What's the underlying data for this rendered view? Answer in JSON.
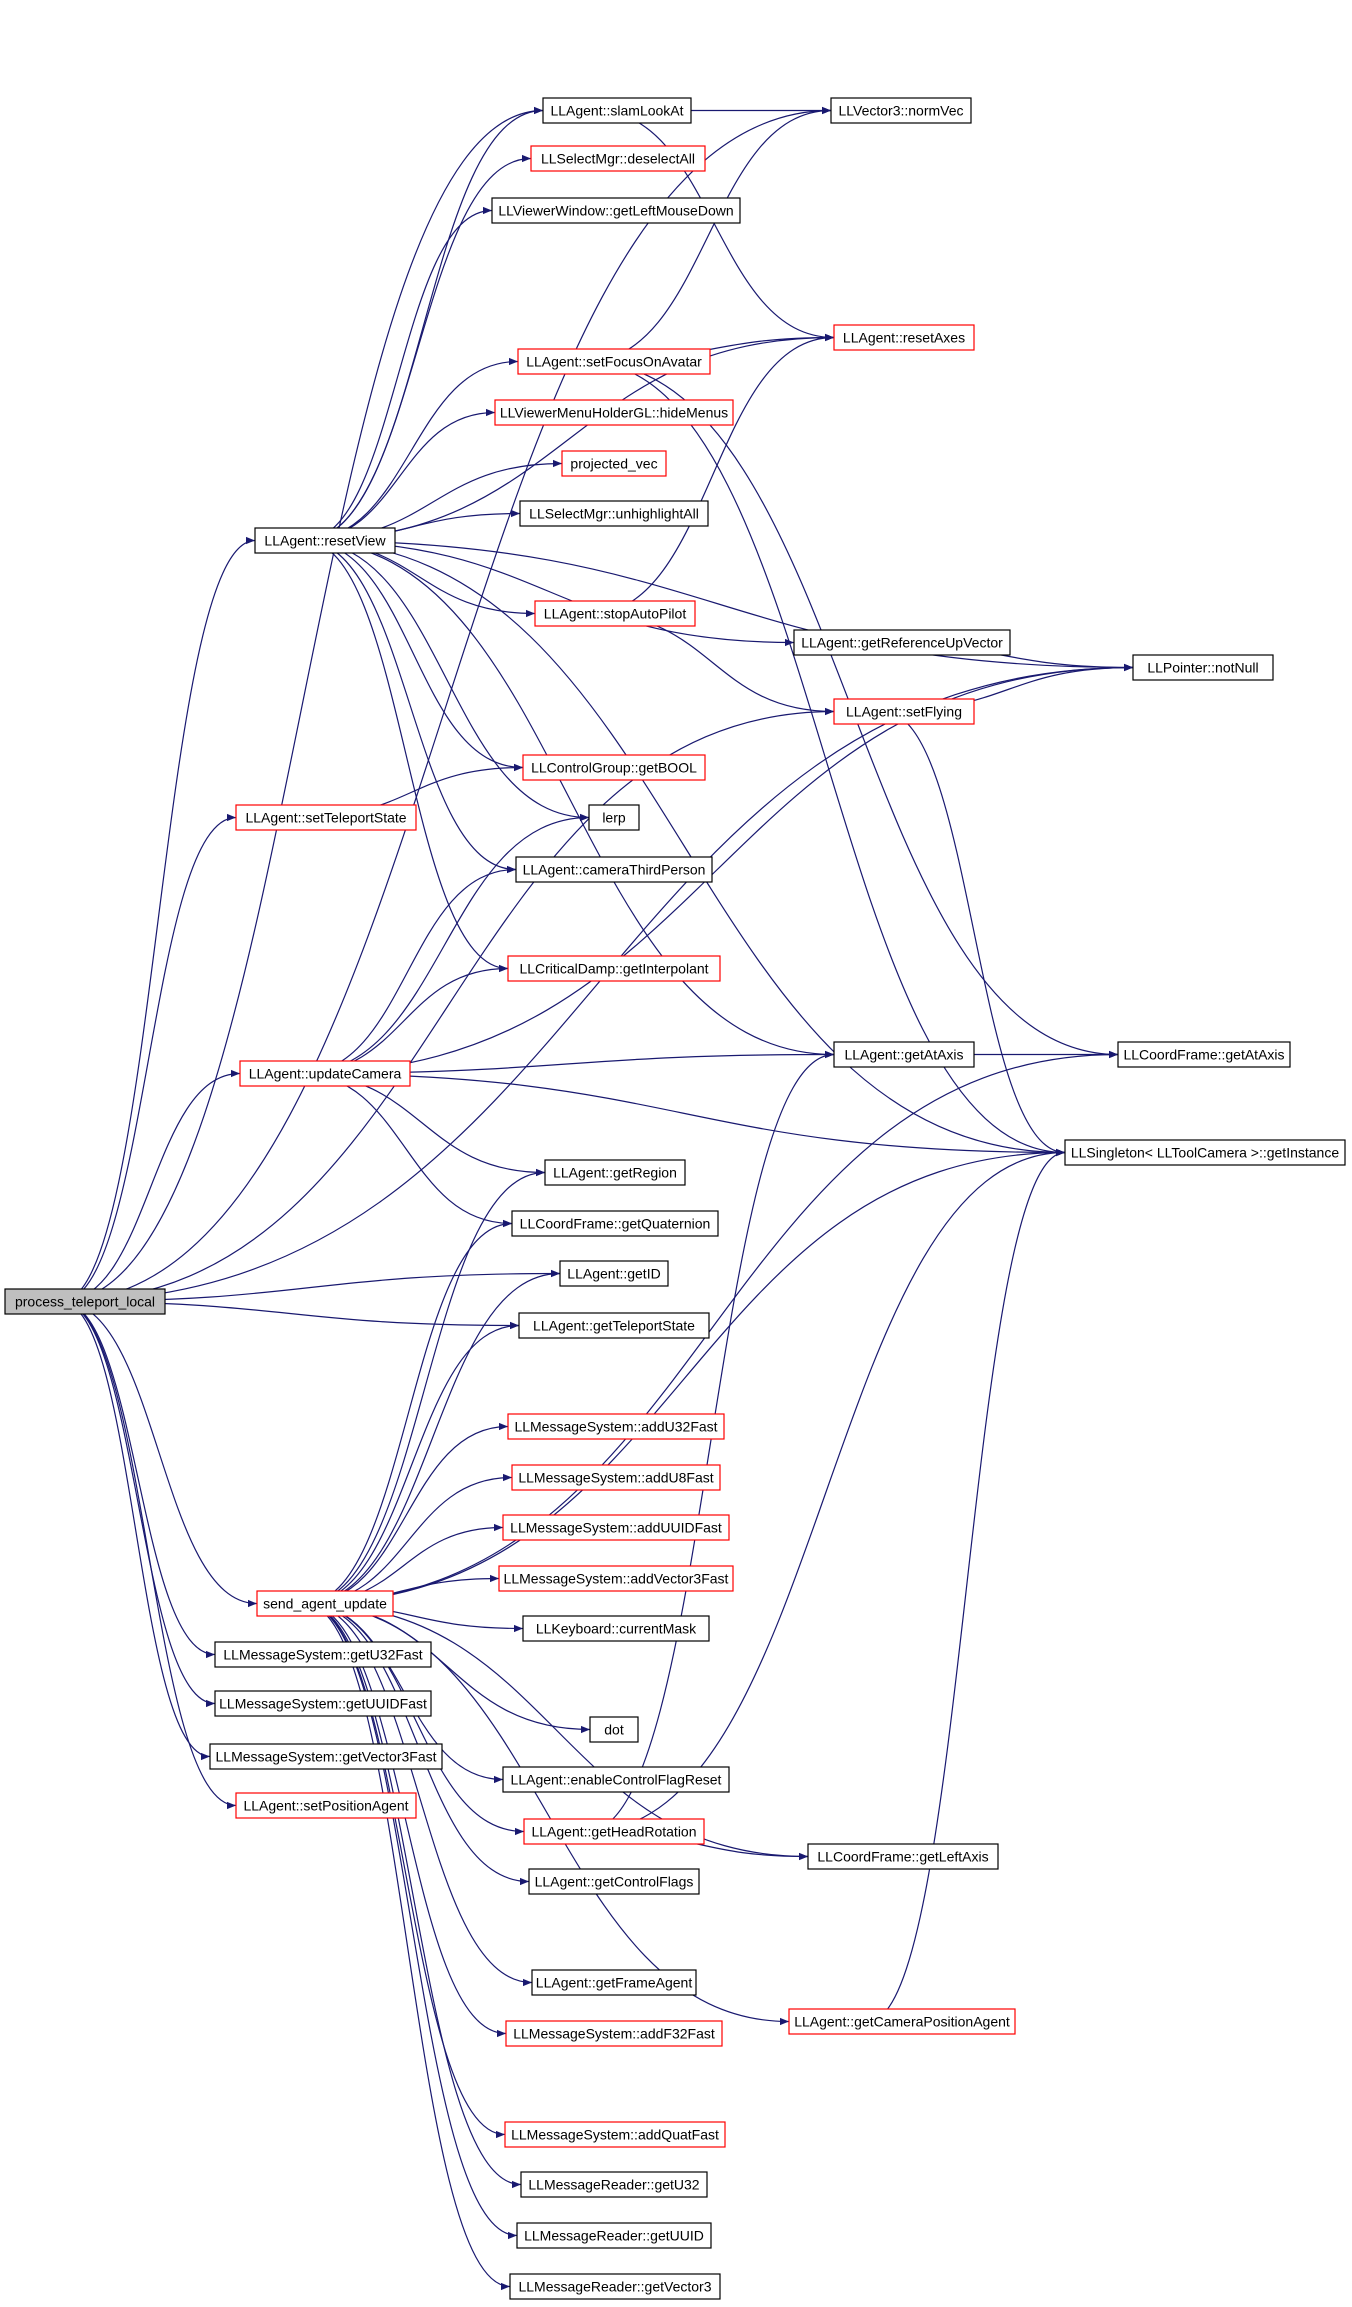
{
  "colors": {
    "edge": "#191970",
    "black_border": "#000000",
    "red_border": "#ff0000",
    "root_fill": "#bfbfbf",
    "node_fill": "#ffffff"
  },
  "nodes": {
    "root": {
      "label": "process_teleport_local",
      "border": "black",
      "icon": "graph-node-root"
    },
    "slamLookAt": {
      "label": "LLAgent::slamLookAt",
      "border": "black"
    },
    "normVec": {
      "label": "LLVector3::normVec",
      "border": "black"
    },
    "deselectAll": {
      "label": "LLSelectMgr::deselectAll",
      "border": "red"
    },
    "getLeftMouseDown": {
      "label": "LLViewerWindow::getLeftMouseDown",
      "border": "black"
    },
    "resetAxes": {
      "label": "LLAgent::resetAxes",
      "border": "red"
    },
    "setFocusOnAvatar": {
      "label": "LLAgent::setFocusOnAvatar",
      "border": "red"
    },
    "hideMenus": {
      "label": "LLViewerMenuHolderGL::hideMenus",
      "border": "red"
    },
    "projected_vec": {
      "label": "projected_vec",
      "border": "red"
    },
    "unhighlightAll": {
      "label": "LLSelectMgr::unhighlightAll",
      "border": "black"
    },
    "resetView": {
      "label": "LLAgent::resetView",
      "border": "black"
    },
    "stopAutoPilot": {
      "label": "LLAgent::stopAutoPilot",
      "border": "red"
    },
    "getReferenceUpVector": {
      "label": "LLAgent::getReferenceUpVector",
      "border": "black"
    },
    "notNull": {
      "label": "LLPointer::notNull",
      "border": "black"
    },
    "setFlying": {
      "label": "LLAgent::setFlying",
      "border": "red"
    },
    "getBOOL": {
      "label": "LLControlGroup::getBOOL",
      "border": "red"
    },
    "setTeleportState": {
      "label": "LLAgent::setTeleportState",
      "border": "red"
    },
    "lerp": {
      "label": "lerp",
      "border": "black"
    },
    "cameraThirdPerson": {
      "label": "LLAgent::cameraThirdPerson",
      "border": "black"
    },
    "getInterpolant": {
      "label": "LLCriticalDamp::getInterpolant",
      "border": "red"
    },
    "updateCamera": {
      "label": "LLAgent::updateCamera",
      "border": "red"
    },
    "agentGetAtAxis": {
      "label": "LLAgent::getAtAxis",
      "border": "black"
    },
    "cfGetAtAxis": {
      "label": "LLCoordFrame::getAtAxis",
      "border": "black"
    },
    "getInstance": {
      "label": "LLSingleton< LLToolCamera >::getInstance",
      "border": "black"
    },
    "getRegion": {
      "label": "LLAgent::getRegion",
      "border": "black"
    },
    "getQuaternion": {
      "label": "LLCoordFrame::getQuaternion",
      "border": "black"
    },
    "getID": {
      "label": "LLAgent::getID",
      "border": "black"
    },
    "getTeleportState": {
      "label": "LLAgent::getTeleportState",
      "border": "black"
    },
    "addU32Fast": {
      "label": "LLMessageSystem::addU32Fast",
      "border": "red"
    },
    "addU8Fast": {
      "label": "LLMessageSystem::addU8Fast",
      "border": "red"
    },
    "addUUIDFast": {
      "label": "LLMessageSystem::addUUIDFast",
      "border": "red"
    },
    "send_agent_update": {
      "label": "send_agent_update",
      "border": "red"
    },
    "addVector3Fast": {
      "label": "LLMessageSystem::addVector3Fast",
      "border": "red"
    },
    "currentMask": {
      "label": "LLKeyboard::currentMask",
      "border": "black"
    },
    "getU32Fast": {
      "label": "LLMessageSystem::getU32Fast",
      "border": "black"
    },
    "getUUIDFast": {
      "label": "LLMessageSystem::getUUIDFast",
      "border": "black"
    },
    "dot": {
      "label": "dot",
      "border": "black"
    },
    "getVector3Fast": {
      "label": "LLMessageSystem::getVector3Fast",
      "border": "black"
    },
    "enableControlFlagReset": {
      "label": "LLAgent::enableControlFlagReset",
      "border": "black"
    },
    "setPositionAgent": {
      "label": "LLAgent::setPositionAgent",
      "border": "red"
    },
    "getHeadRotation": {
      "label": "LLAgent::getHeadRotation",
      "border": "red"
    },
    "getLeftAxis": {
      "label": "LLCoordFrame::getLeftAxis",
      "border": "black"
    },
    "getControlFlags": {
      "label": "LLAgent::getControlFlags",
      "border": "black"
    },
    "getFrameAgent": {
      "label": "LLAgent::getFrameAgent",
      "border": "black"
    },
    "getCameraPositionAgent": {
      "label": "LLAgent::getCameraPositionAgent",
      "border": "red"
    },
    "addF32Fast": {
      "label": "LLMessageSystem::addF32Fast",
      "border": "red"
    },
    "addQuatFast": {
      "label": "LLMessageSystem::addQuatFast",
      "border": "red"
    },
    "getU32": {
      "label": "LLMessageReader::getU32",
      "border": "black"
    },
    "getUUID": {
      "label": "LLMessageReader::getUUID",
      "border": "black"
    },
    "getVector3": {
      "label": "LLMessageReader::getVector3",
      "border": "black"
    }
  },
  "edges": [
    [
      "root",
      "slamLookAt"
    ],
    [
      "root",
      "normVec"
    ],
    [
      "root",
      "resetView"
    ],
    [
      "root",
      "setTeleportState"
    ],
    [
      "root",
      "updateCamera"
    ],
    [
      "root",
      "setFlying"
    ],
    [
      "root",
      "getID"
    ],
    [
      "root",
      "getTeleportState"
    ],
    [
      "root",
      "send_agent_update"
    ],
    [
      "root",
      "getU32Fast"
    ],
    [
      "root",
      "getUUIDFast"
    ],
    [
      "root",
      "getVector3Fast"
    ],
    [
      "root",
      "setPositionAgent"
    ],
    [
      "root",
      "notNull"
    ],
    [
      "slamLookAt",
      "normVec"
    ],
    [
      "slamLookAt",
      "resetAxes"
    ],
    [
      "setFocusOnAvatar",
      "normVec"
    ],
    [
      "setFocusOnAvatar",
      "resetAxes"
    ],
    [
      "setFocusOnAvatar",
      "cfGetAtAxis"
    ],
    [
      "setFocusOnAvatar",
      "getInstance"
    ],
    [
      "resetView",
      "slamLookAt"
    ],
    [
      "resetView",
      "deselectAll"
    ],
    [
      "resetView",
      "getLeftMouseDown"
    ],
    [
      "resetView",
      "resetAxes"
    ],
    [
      "resetView",
      "setFocusOnAvatar"
    ],
    [
      "resetView",
      "hideMenus"
    ],
    [
      "resetView",
      "projected_vec"
    ],
    [
      "resetView",
      "unhighlightAll"
    ],
    [
      "resetView",
      "stopAutoPilot"
    ],
    [
      "resetView",
      "getReferenceUpVector"
    ],
    [
      "resetView",
      "notNull"
    ],
    [
      "resetView",
      "getBOOL"
    ],
    [
      "resetView",
      "lerp"
    ],
    [
      "resetView",
      "cameraThirdPerson"
    ],
    [
      "resetView",
      "getInterpolant"
    ],
    [
      "resetView",
      "agentGetAtAxis"
    ],
    [
      "resetView",
      "getInstance"
    ],
    [
      "stopAutoPilot",
      "resetAxes"
    ],
    [
      "stopAutoPilot",
      "setFlying"
    ],
    [
      "getReferenceUpVector",
      "notNull"
    ],
    [
      "setFlying",
      "notNull"
    ],
    [
      "setFlying",
      "getInstance"
    ],
    [
      "setTeleportState",
      "getBOOL"
    ],
    [
      "updateCamera",
      "lerp"
    ],
    [
      "updateCamera",
      "cameraThirdPerson"
    ],
    [
      "updateCamera",
      "getInterpolant"
    ],
    [
      "updateCamera",
      "agentGetAtAxis"
    ],
    [
      "updateCamera",
      "getInstance"
    ],
    [
      "updateCamera",
      "getRegion"
    ],
    [
      "updateCamera",
      "getQuaternion"
    ],
    [
      "updateCamera",
      "notNull"
    ],
    [
      "agentGetAtAxis",
      "cfGetAtAxis"
    ],
    [
      "send_agent_update",
      "getRegion"
    ],
    [
      "send_agent_update",
      "getQuaternion"
    ],
    [
      "send_agent_update",
      "getID"
    ],
    [
      "send_agent_update",
      "getTeleportState"
    ],
    [
      "send_agent_update",
      "addU32Fast"
    ],
    [
      "send_agent_update",
      "addU8Fast"
    ],
    [
      "send_agent_update",
      "addUUIDFast"
    ],
    [
      "send_agent_update",
      "addVector3Fast"
    ],
    [
      "send_agent_update",
      "currentMask"
    ],
    [
      "send_agent_update",
      "dot"
    ],
    [
      "send_agent_update",
      "enableControlFlagReset"
    ],
    [
      "send_agent_update",
      "getHeadRotation"
    ],
    [
      "send_agent_update",
      "getControlFlags"
    ],
    [
      "send_agent_update",
      "getLeftAxis"
    ],
    [
      "send_agent_update",
      "getFrameAgent"
    ],
    [
      "send_agent_update",
      "addF32Fast"
    ],
    [
      "send_agent_update",
      "getCameraPositionAgent"
    ],
    [
      "send_agent_update",
      "addQuatFast"
    ],
    [
      "send_agent_update",
      "getU32"
    ],
    [
      "send_agent_update",
      "getUUID"
    ],
    [
      "send_agent_update",
      "getVector3"
    ],
    [
      "send_agent_update",
      "cfGetAtAxis"
    ],
    [
      "send_agent_update",
      "getInstance"
    ],
    [
      "getHeadRotation",
      "agentGetAtAxis"
    ],
    [
      "getHeadRotation",
      "getLeftAxis"
    ],
    [
      "getHeadRotation",
      "getInstance"
    ],
    [
      "getCameraPositionAgent",
      "getInstance"
    ]
  ]
}
